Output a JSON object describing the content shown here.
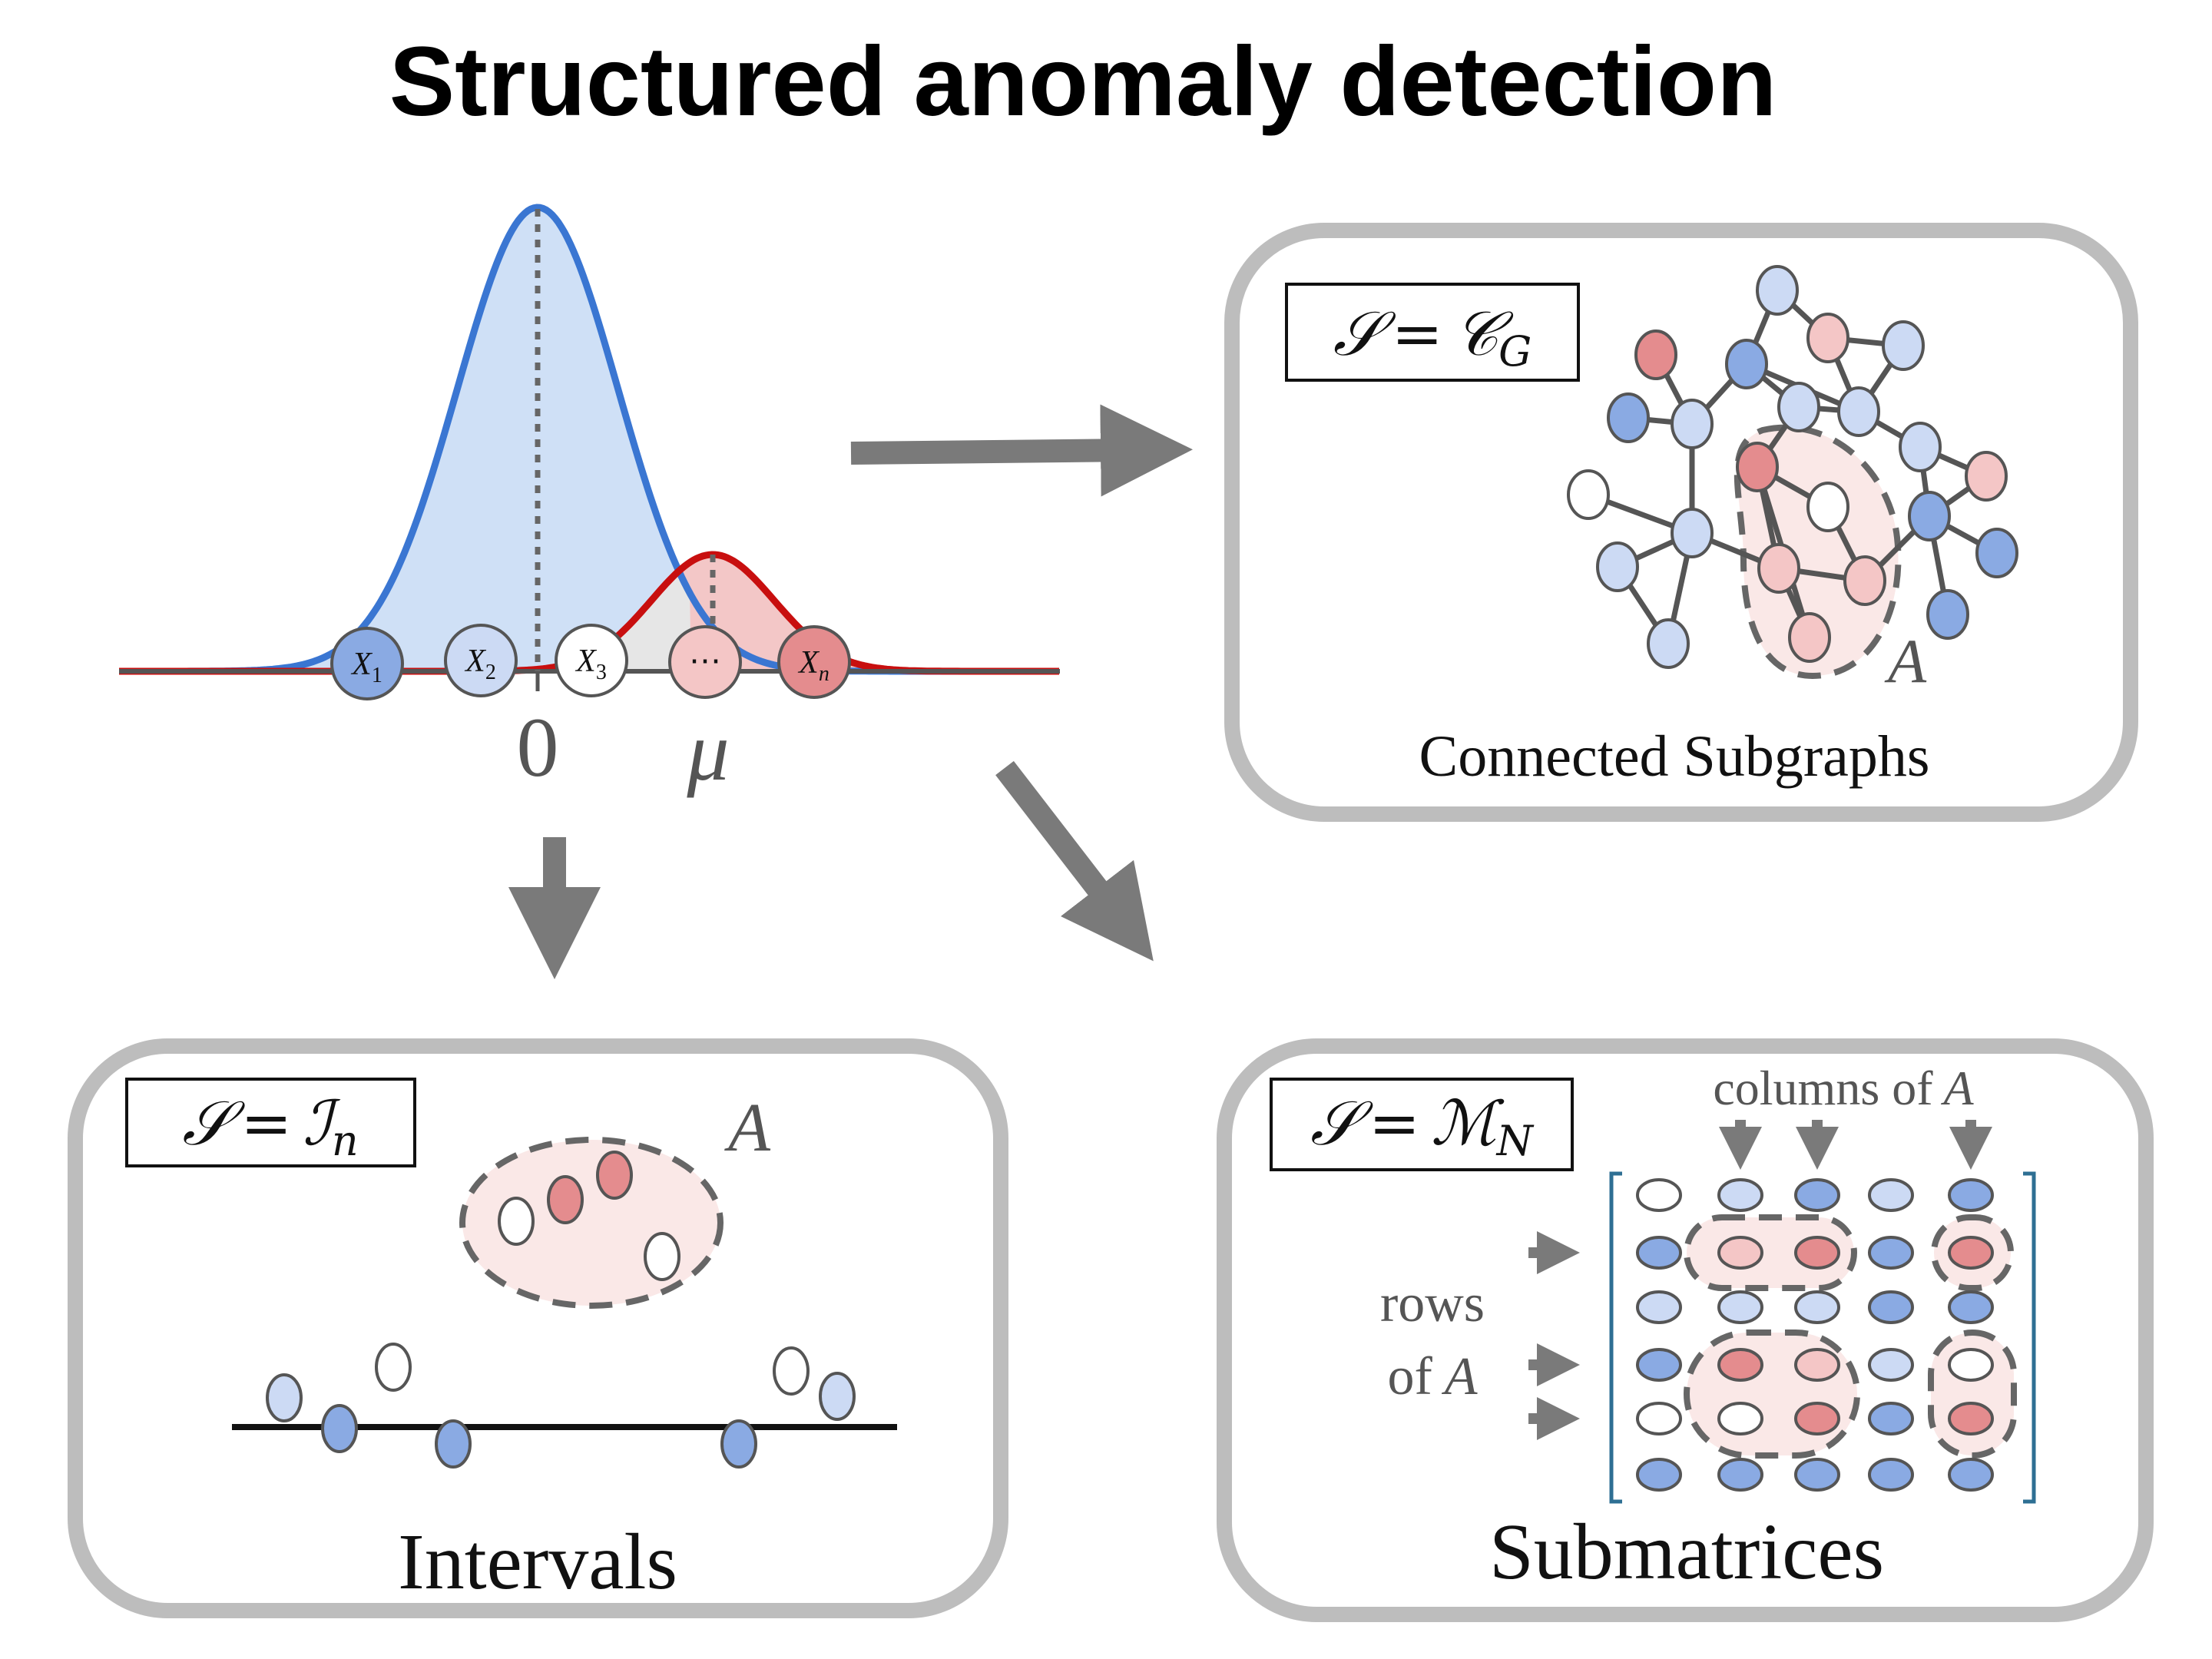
{
  "title": "Structured anomaly detection",
  "colors": {
    "null_curve": "#3a76d2",
    "null_fill": "#cfe0f6",
    "alt_curve": "#c80f0f",
    "alt_fill": "#f3c7c7",
    "overlap_fill": "#e6e6e6",
    "axis": "#555555",
    "arrow": "#7a7a7a",
    "panel_border": "#bdbdbd",
    "blue_dark": "#8aaae3",
    "blue_light": "#ccdaf4",
    "red_dark": "#e48c8e",
    "red_light": "#f4c6c6",
    "anomaly_region": "#fae8e7",
    "bracket": "#2e6f93"
  },
  "distribution": {
    "samples": [
      {
        "sym": "X",
        "sub": "1"
      },
      {
        "sym": "X",
        "sub": "2"
      },
      {
        "sym": "X",
        "sub": "3"
      },
      {
        "sym": "⋯",
        "sub": ""
      },
      {
        "sym": "X",
        "sub": "n"
      }
    ],
    "tick_zero": "0",
    "tick_mu": "μ"
  },
  "panels": {
    "graph": {
      "set": {
        "S": "𝒮",
        "eq": "=",
        "C": "𝒞",
        "sub": "G"
      },
      "anomaly_label": "A",
      "caption": "Connected Subgraphs"
    },
    "intervals": {
      "set": {
        "S": "𝒮",
        "eq": "=",
        "I": "ℐ",
        "sub": "n"
      },
      "anomaly_label": "A",
      "caption": "Intervals"
    },
    "matrix": {
      "set": {
        "S": "𝒮",
        "eq": "=",
        "M": "ℳ",
        "sub": "N"
      },
      "columns_label": "columns of",
      "columns_label_var": "A",
      "rows_label_1": "rows",
      "rows_label_2": "of",
      "rows_label_var": "A",
      "caption": "Submatrices"
    }
  }
}
